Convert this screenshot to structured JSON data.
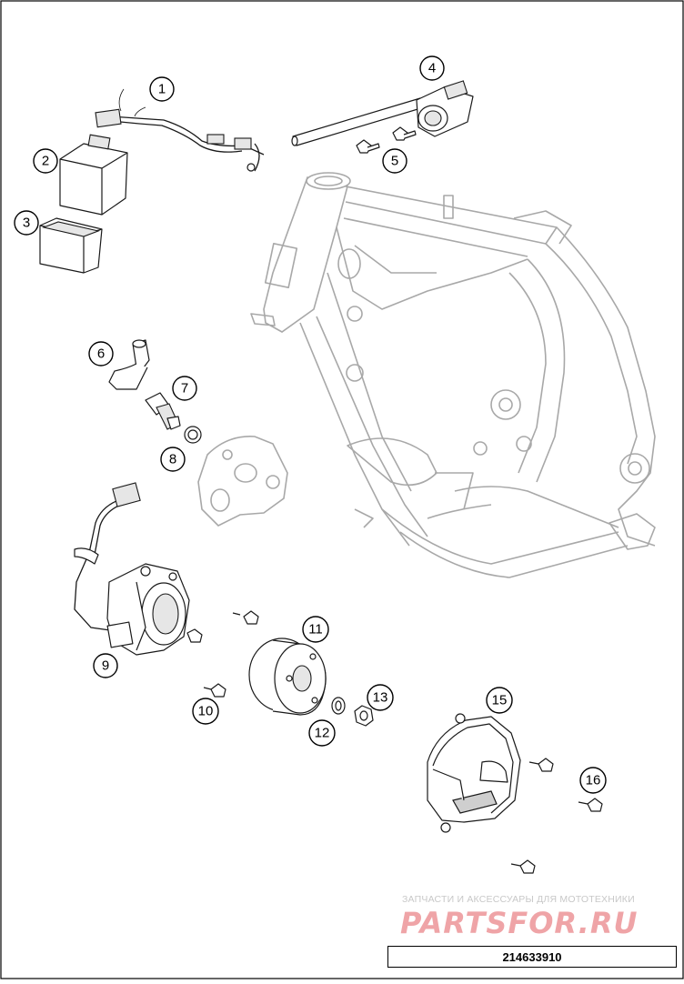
{
  "callouts": [
    {
      "id": "1",
      "label": "1"
    },
    {
      "id": "2",
      "label": "2"
    },
    {
      "id": "3",
      "label": "3"
    },
    {
      "id": "4",
      "label": "4"
    },
    {
      "id": "5",
      "label": "5"
    },
    {
      "id": "6",
      "label": "6"
    },
    {
      "id": "7",
      "label": "7"
    },
    {
      "id": "8",
      "label": "8"
    },
    {
      "id": "9",
      "label": "9"
    },
    {
      "id": "10",
      "label": "10"
    },
    {
      "id": "11",
      "label": "11"
    },
    {
      "id": "12",
      "label": "12"
    },
    {
      "id": "13",
      "label": "13"
    },
    {
      "id": "15",
      "label": "15"
    },
    {
      "id": "16",
      "label": "16"
    }
  ],
  "watermark": {
    "line": "ЗАПЧАСТИ И АКСЕССУАРЫ ДЛЯ МОТОТЕХНИКИ",
    "logo": "PARTSFOR.RU"
  },
  "drawing_number": "214633910",
  "colors": {
    "frame_outline": "#a8a8a8",
    "part_outline": "#1a1a1a",
    "watermark_logo": "#e15a5f",
    "background": "#ffffff"
  }
}
